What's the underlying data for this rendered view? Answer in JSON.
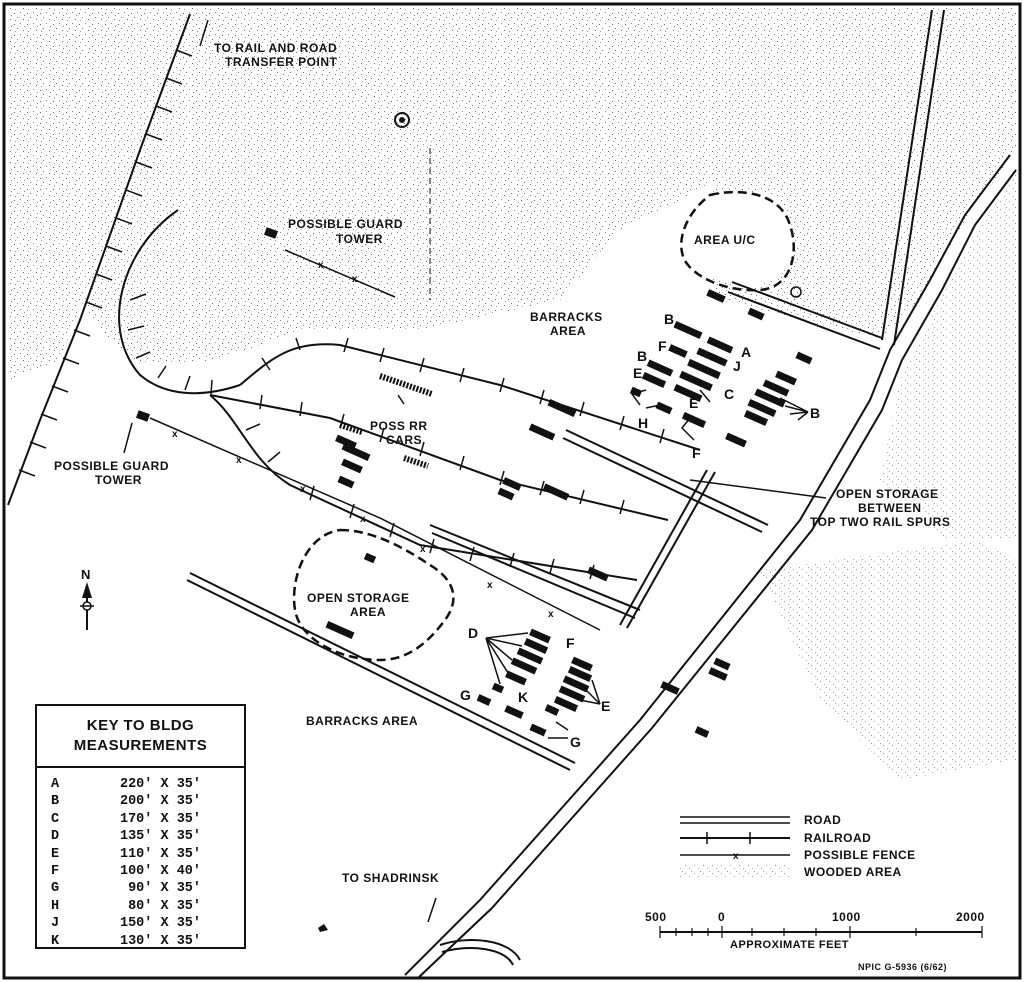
{
  "labels": {
    "rail_transfer_1": "TO RAIL AND ROAD",
    "rail_transfer_2": "TRANSFER POINT",
    "guard_tower_top_1": "POSSIBLE GUARD",
    "guard_tower_top_2": "TOWER",
    "guard_tower_left_1": "POSSIBLE GUARD",
    "guard_tower_left_2": "TOWER",
    "area_uc": "AREA U/C",
    "barracks_top_1": "BARRACKS",
    "barracks_top_2": "AREA",
    "poss_rr_1": "POSS RR",
    "poss_rr_2": "CARS",
    "open_storage_between_1": "OPEN STORAGE",
    "open_storage_between_2": "BETWEEN",
    "open_storage_between_3": "TOP TWO RAIL SPURS",
    "open_storage_area_1": "OPEN STORAGE",
    "open_storage_area_2": "AREA",
    "barracks_bottom": "BARRACKS AREA",
    "to_shadrinsk": "TO SHADRINSK",
    "north": "N"
  },
  "building_letters": {
    "A": "A",
    "B": "B",
    "C": "C",
    "D": "D",
    "E": "E",
    "F": "F",
    "G": "G",
    "H": "H",
    "J": "J",
    "K": "K"
  },
  "key": {
    "title_1": "KEY TO BLDG",
    "title_2": "MEASUREMENTS",
    "rows": [
      {
        "letter": "A",
        "value": "220' X 35'"
      },
      {
        "letter": "B",
        "value": "200' X 35'"
      },
      {
        "letter": "C",
        "value": "170' X 35'"
      },
      {
        "letter": "D",
        "value": "135' X 35'"
      },
      {
        "letter": "E",
        "value": "110' X 35'"
      },
      {
        "letter": "F",
        "value": "100' X 40'"
      },
      {
        "letter": "G",
        "value": " 90' X 35'"
      },
      {
        "letter": "H",
        "value": " 80' X 35'"
      },
      {
        "letter": "J",
        "value": "150' X 35'"
      },
      {
        "letter": "K",
        "value": "130' X 35'"
      }
    ]
  },
  "legend": {
    "road": "ROAD",
    "railroad": "RAILROAD",
    "fence": "POSSIBLE FENCE",
    "wooded": "WOODED AREA"
  },
  "scale": {
    "ticks": [
      "500",
      "0",
      "1000",
      "2000"
    ],
    "caption": "APPROXIMATE FEET"
  },
  "credit": "NPIC G-5936 (6/62)"
}
